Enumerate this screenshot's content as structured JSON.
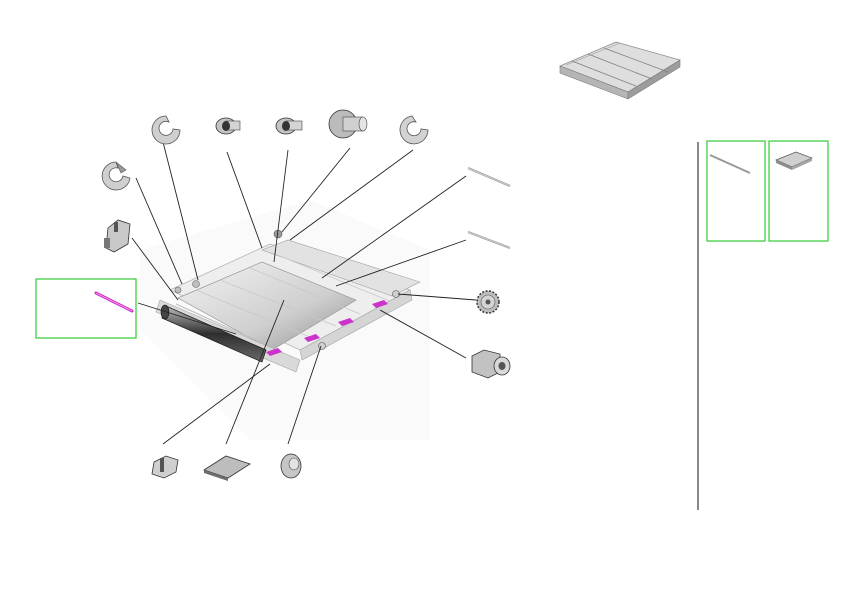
{
  "diagram": {
    "type": "exploded-parts-view",
    "text_labels": [],
    "colors": {
      "background": "#ffffff",
      "leader_line": "#222222",
      "callout_box": "#33cc33",
      "highlight_part": "#cc33cc",
      "part_fill": "#e6e6e6",
      "part_shade": "#a8a8a8",
      "part_dark": "#3a3a3a",
      "divider": "#111111"
    },
    "parts": [
      {
        "id": "e-ring-left",
        "icon": "e-ring-icon"
      },
      {
        "id": "e-ring-top",
        "icon": "e-ring-icon"
      },
      {
        "id": "shoulder-screw-1",
        "icon": "screw-icon"
      },
      {
        "id": "shoulder-screw-2",
        "icon": "screw-icon"
      },
      {
        "id": "bushing",
        "icon": "bushing-icon"
      },
      {
        "id": "e-ring-right",
        "icon": "e-ring-icon"
      },
      {
        "id": "bracket-left",
        "icon": "bracket-icon"
      },
      {
        "id": "spring-pin-highlighted",
        "icon": "pin-icon"
      },
      {
        "id": "shaft-upper",
        "icon": "shaft-icon"
      },
      {
        "id": "shaft-lower",
        "icon": "shaft-icon"
      },
      {
        "id": "gear",
        "icon": "gear-icon"
      },
      {
        "id": "coupling",
        "icon": "coupling-icon"
      },
      {
        "id": "bracket-bottom",
        "icon": "bracket-icon"
      },
      {
        "id": "pad",
        "icon": "pad-icon"
      },
      {
        "id": "cap",
        "icon": "cap-icon"
      }
    ],
    "side_panel": {
      "items": [
        {
          "id": "side-shaft",
          "icon": "shaft-icon"
        },
        {
          "id": "side-assembly",
          "icon": "assembly-icon"
        }
      ]
    }
  }
}
